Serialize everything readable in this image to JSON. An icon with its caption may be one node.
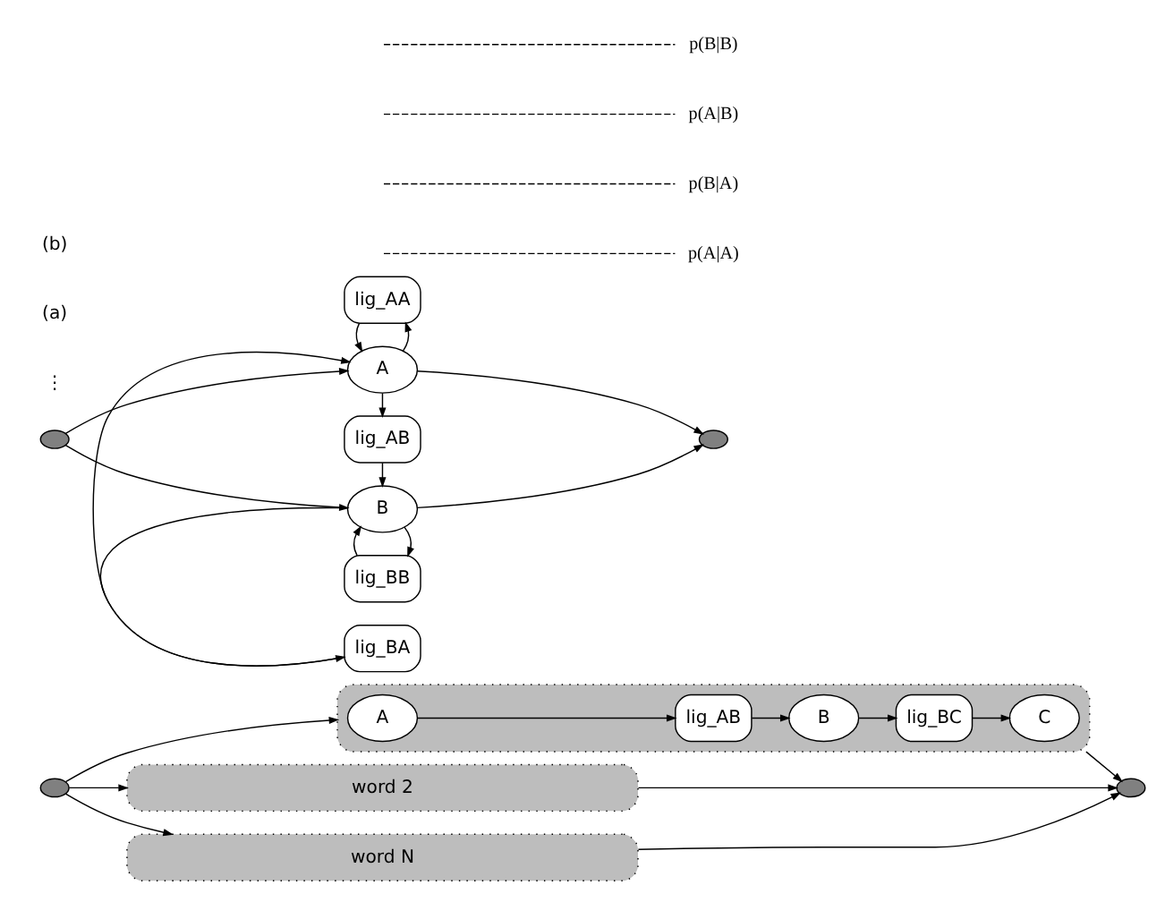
{
  "diagram": {
    "nodes": [
      {
        "text": [],
        "shape": "circle"
      },
      {
        "text": [],
        "shape": "box"
      },
      {
        "text": [
          "A"
        ],
        "in": 1
      },
      {
        "text": [
          "lig_AB"
        ],
        "in": 1
      },
      {
        "text": [
          "B"
        ],
        "in": 1
      },
      {
        "text": [
          "lig_BC"
        ],
        "in": 1
      },
      {
        "text": [
          "C"
        ],
        "in": 1
      },
      {
        "text": [],
        "shape": "circle"
      },
      {
        "text": [
          "word 2"
        ]
      },
      {
        "text": [
          "word N"
        ]
      },
      {
        "text": [],
        "shape": "circle"
      },
      {
        "text": [
          "A"
        ]
      },
      {
        "text": [
          "B"
        ]
      },
      {
        "text": [],
        "shape": "circle"
      },
      {
        "text": [
          "lig_AA"
        ]
      },
      {
        "text": [
          "lig_AB"
        ]
      },
      {
        "text": [
          "lig_BA"
        ]
      },
      {
        "text": [
          "lig_BB"
        ]
      },
      {
        "text": [
          "p(A|A)"
        ]
      },
      {
        "text": [
          "p(B|A)"
        ]
      },
      {
        "text": [
          "p(A|B)"
        ]
      },
      {
        "text": [
          "p(B|B)"
        ]
      }
    ],
    "edges": [
      {
        "from": 0,
        "to": 1,
        "arrow": "to"
      },
      {
        "from": 0,
        "to": 8,
        "arrow": "to"
      },
      {
        "from": 0,
        "to": 9,
        "arrow": "to"
      },
      {
        "from": 2,
        "to": 3,
        "arrow": "to"
      },
      {
        "from": 3,
        "to": 4,
        "arrow": "to"
      },
      {
        "from": 4,
        "to": 5,
        "arrow": "to"
      },
      {
        "from": 5,
        "to": 6,
        "arrow": "to"
      },
      {
        "from": 1,
        "to": 7,
        "arrow": "to"
      },
      {
        "from": 8,
        "to": 7,
        "arrow": "to"
      },
      {
        "from": 9,
        "to": 7,
        "arrow": "to"
      },
      {
        "from": 10,
        "to": 11,
        "arrow": "to"
      },
      {
        "from": 10,
        "to": 12,
        "arrow": "to"
      },
      {
        "from": 11,
        "to": 13,
        "arrow": "to"
      },
      {
        "from": 12,
        "to": 13,
        "arrow": "to"
      },
      {
        "from": 11,
        "to": 14,
        "arrow": "to"
      },
      {
        "from": 11,
        "to": 15,
        "arrow": "to"
      },
      {
        "from": 12,
        "to": 16,
        "arrow": "to"
      },
      {
        "from": 12,
        "to": 17,
        "arrow": "to"
      },
      {
        "from": 14,
        "to": 11,
        "arrow": "to"
      },
      {
        "from": 15,
        "to": 12,
        "arrow": "to"
      },
      {
        "from": 16,
        "to": 11,
        "arrow": "to"
      },
      {
        "from": 17,
        "to": 12,
        "arrow": "to"
      },
      {
        "from": 18,
        "to": null,
        "arrow": "none",
        "style": "dashed"
      },
      {
        "from": 19,
        "to": null,
        "arrow": "none",
        "style": "dashed"
      },
      {
        "from": 20,
        "to": null,
        "arrow": "none",
        "style": "dashed"
      },
      {
        "from": 21,
        "to": null,
        "arrow": "none",
        "style": "dashed"
      }
    ],
    "labels": [
      "⋮",
      "(a)",
      "(b)"
    ]
  }
}
